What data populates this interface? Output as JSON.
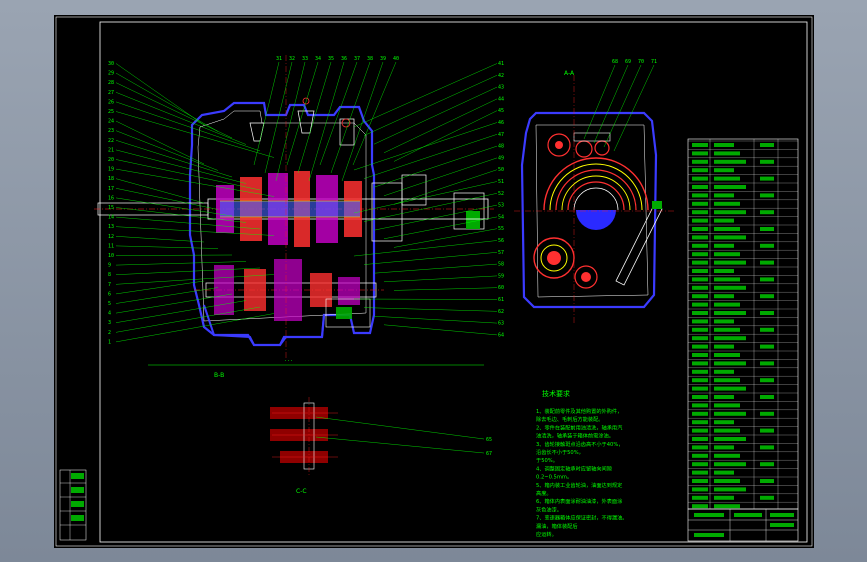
{
  "sheet": {
    "background": "#000000",
    "frame_color": "#9aa4b2"
  },
  "colors": {
    "leader": "#00ff00",
    "outline": "#ffffff",
    "housing": "#3b3bff",
    "gear": "#ff3030",
    "hatch": "#ff00ff",
    "axis": "#ff2020",
    "shaft": "#ffff00"
  },
  "views": {
    "section_a": "A-A",
    "section_b": "B-B",
    "section_c": "C-C"
  },
  "callouts": {
    "top": [
      "31",
      "32",
      "33",
      "34",
      "35",
      "36",
      "37",
      "38",
      "39",
      "40"
    ],
    "left": [
      "30",
      "29",
      "28",
      "27",
      "26",
      "25",
      "24",
      "23",
      "22",
      "21",
      "20",
      "19",
      "18",
      "17",
      "16",
      "15",
      "14",
      "13",
      "12",
      "11",
      "10",
      "9",
      "8",
      "7",
      "6",
      "5",
      "4",
      "3",
      "2",
      "1"
    ],
    "right": [
      "41",
      "42",
      "43",
      "44",
      "45",
      "46",
      "47",
      "48",
      "49",
      "50",
      "51",
      "52",
      "53",
      "54",
      "55",
      "56",
      "57",
      "58",
      "59",
      "60",
      "61",
      "62",
      "63",
      "64"
    ],
    "side": [
      "68",
      "69",
      "70",
      "71"
    ],
    "bottom": [
      "65",
      "67"
    ]
  },
  "technical_requirements": {
    "title": "技术要求",
    "lines": [
      "1、装配前零件及其他购置的外购件，",
      "除去毛边、毛刺后方能装配。",
      "2、零件在装配前用油清洗，轴承用汽",
      "油清洗，轴承装于箱体前需涂油。",
      "3、齿轮接触斑点沿齿高不小于40%，",
      "沿齿长不小于50%，",
      "于50%。",
      "4、调整固定轴承时应留轴向间隙",
      "0.2~0.5mm。",
      "5、箱内装工业齿轮油，油面达到规定",
      "高度。",
      "6、箱体内表面涂耐油油漆，外表面涂",
      "灰色油漆。",
      "7、变速器箱体应保证密封，不得漏油。",
      "漏油，箱体装配后",
      "应运转。"
    ]
  }
}
